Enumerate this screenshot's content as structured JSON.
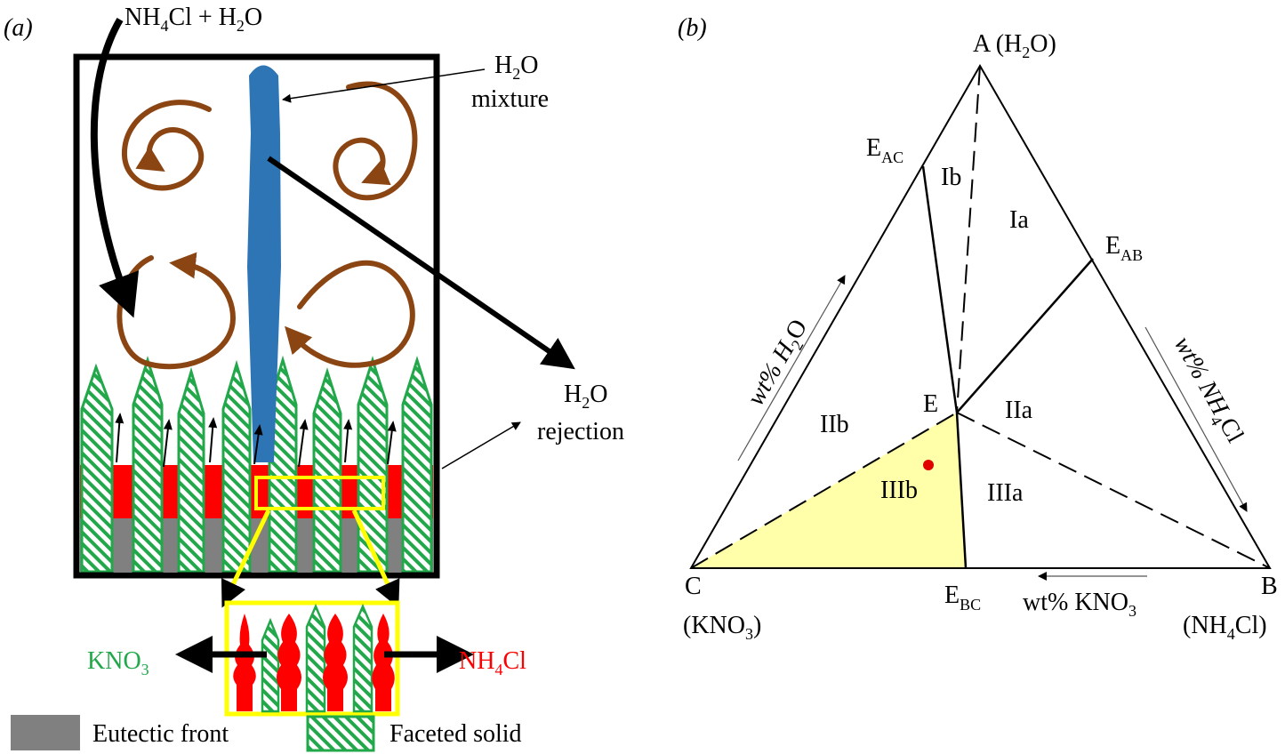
{
  "panel_a": {
    "label": "(a)",
    "inflow_label": {
      "pre": "NH",
      "sub": "4",
      "post": "Cl + H",
      "sub2": "2",
      "tail": "O"
    },
    "mixture_label": {
      "line1_pre": "H",
      "line1_sub": "2",
      "line1_post": "O",
      "line2": "mixture"
    },
    "rejection_label": {
      "line1_pre": "H",
      "line1_sub": "2",
      "line1_post": "O",
      "line2": "rejection"
    },
    "kno3_label": {
      "pre": "KNO",
      "sub": "3"
    },
    "nh4cl_label": {
      "pre": "NH",
      "sub": "4",
      "post": "Cl"
    },
    "legend": [
      {
        "label": "Eutectic front",
        "swatch": "gray"
      },
      {
        "label": "Faceted solid",
        "swatch": "hatched-green"
      }
    ],
    "colors": {
      "plume": "#2e75b6",
      "swirl": "#8b4513",
      "crystal_edge": "#22a84a",
      "mushy": "#ff0000",
      "eutectic": "#808080",
      "zoom_box": "#ffff00"
    }
  },
  "panel_b": {
    "label": "(b)",
    "vertex_A": {
      "name": "A",
      "paren_pre": "(H",
      "sub": "2",
      "paren_post": "O)"
    },
    "vertex_B": {
      "name": "B",
      "paren_pre": "(NH",
      "sub": "4",
      "paren_post": "Cl)"
    },
    "vertex_C": {
      "name": "C",
      "paren_pre": "(KNO",
      "sub": "3",
      "paren_post": ")"
    },
    "eutectic_E": "E",
    "E_AC": {
      "main": "E",
      "sub": "AC"
    },
    "E_AB": {
      "main": "E",
      "sub": "AB"
    },
    "E_BC": {
      "main": "E",
      "sub": "BC"
    },
    "regions": [
      "Ia",
      "Ib",
      "IIa",
      "IIb",
      "IIIa",
      "IIIb"
    ],
    "axis_left": {
      "pre": "wt% H",
      "sub": "2",
      "post": "O"
    },
    "axis_right": {
      "pre": "wt% NH",
      "sub": "4",
      "post": "Cl"
    },
    "axis_bottom": {
      "pre": "wt% KNO",
      "sub": "3"
    },
    "colors": {
      "shaded_region": "#ffffaa",
      "point": "#e00000"
    }
  }
}
